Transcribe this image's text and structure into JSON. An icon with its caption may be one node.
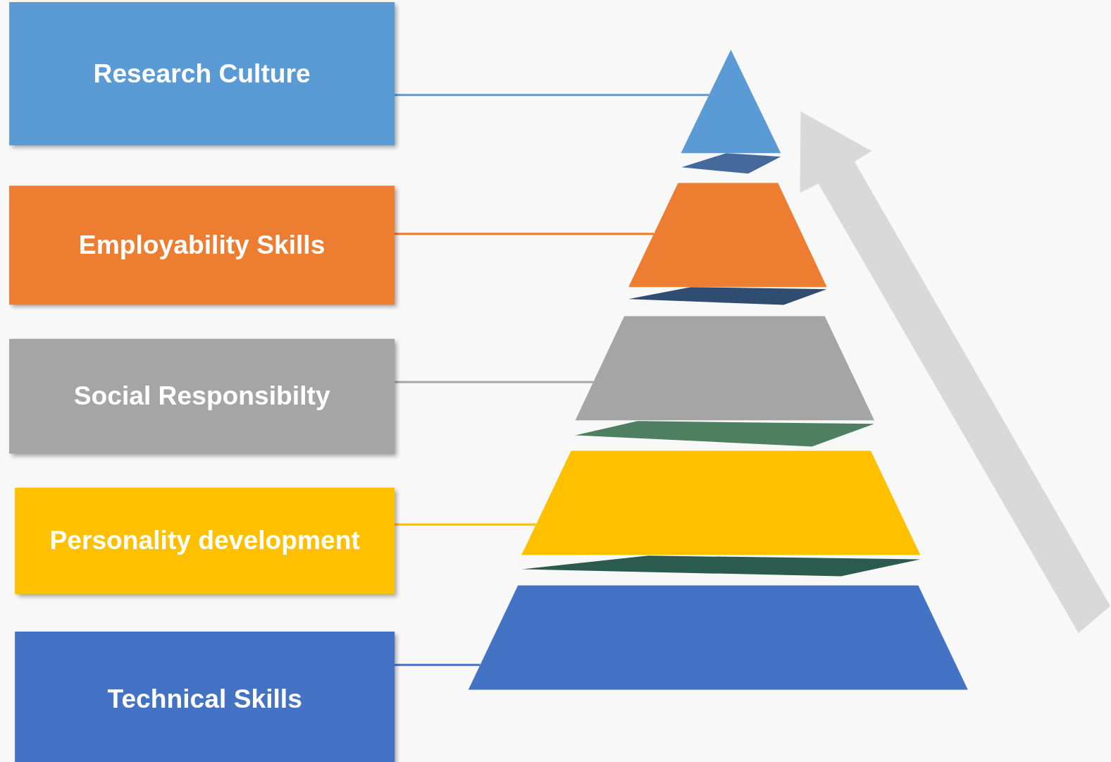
{
  "diagram": {
    "nodes": [
      {
        "text": [
          "Research Culture"
        ]
      },
      {
        "text": [
          "Employability Skills"
        ]
      },
      {
        "text": [
          "Social Responsibilty"
        ]
      },
      {
        "text": [
          "Personality development"
        ]
      },
      {
        "text": [
          "Technical Skills"
        ]
      },
      {
        "text": [],
        "shape": "triangle"
      },
      {
        "text": [],
        "shape": "trapezoid"
      },
      {
        "text": [],
        "shape": "trapezoid"
      },
      {
        "text": [],
        "shape": "trapezoid"
      },
      {
        "text": [],
        "shape": "trapezoid"
      }
    ],
    "edges": [
      {
        "from": 0,
        "to": 5,
        "arrow": "none",
        "color": "#5b9bd5"
      },
      {
        "from": 1,
        "to": 6,
        "arrow": "none",
        "color": "#ed7d31"
      },
      {
        "from": 2,
        "to": 7,
        "arrow": "none",
        "color": "#a5a5a5"
      },
      {
        "from": 3,
        "to": 8,
        "arrow": "none",
        "color": "#ffc000"
      },
      {
        "from": 4,
        "to": 9,
        "arrow": "none",
        "color": "#4472c4"
      }
    ]
  }
}
